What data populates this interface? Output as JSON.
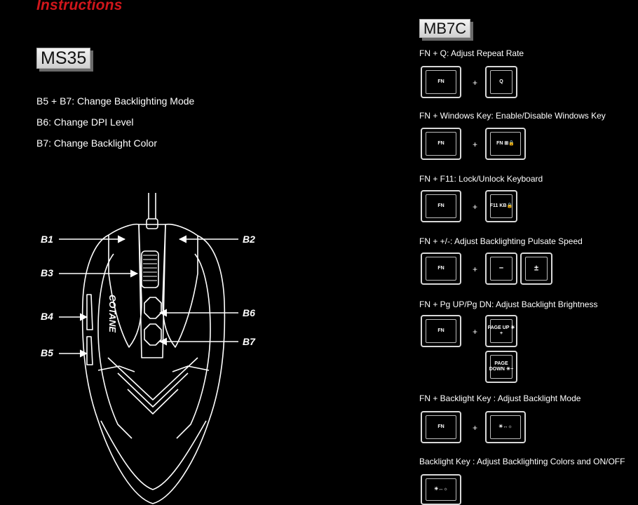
{
  "page": {
    "title": "Instructions"
  },
  "mouse": {
    "model": "MS35",
    "lines": [
      "B5 + B7: Change Backlighting Mode",
      "B6: Change DPI Level",
      "B7: Change Backlight Color"
    ],
    "buttons": [
      "B1",
      "B2",
      "B3",
      "B4",
      "B5",
      "B6",
      "B7"
    ],
    "brand": "COTANE"
  },
  "keyboard": {
    "model": "MB7C",
    "combos": [
      {
        "label": "FN + Q: Adjust Repeat Rate",
        "keys": [
          "FN",
          "Q"
        ]
      },
      {
        "label": "FN + Windows Key: Enable/Disable Windows Key",
        "keys": [
          "FN",
          "FN ⊞🔒"
        ]
      },
      {
        "label": "FN + F11: Lock/Unlock Keyboard",
        "keys": [
          "FN",
          "F11 KB🔒"
        ]
      },
      {
        "label": "FN + +/-: Adjust Backlighting Pulsate Speed",
        "keys": [
          "FN",
          "−",
          "±"
        ]
      },
      {
        "label": "FN + Pg UP/Pg DN: Adjust Backlight Brightness",
        "keys": [
          "FN",
          "PAGE UP ☀+",
          "PAGE DOWN ☀−"
        ]
      },
      {
        "label": "FN + Backlight Key : Adjust Backlight Mode",
        "keys": [
          "FN",
          "☀↔☼"
        ]
      },
      {
        "label": "Backlight Key : Adjust Backlighting Colors and ON/OFF",
        "keys": [
          "☀↔☼"
        ]
      }
    ],
    "plus": "+"
  }
}
